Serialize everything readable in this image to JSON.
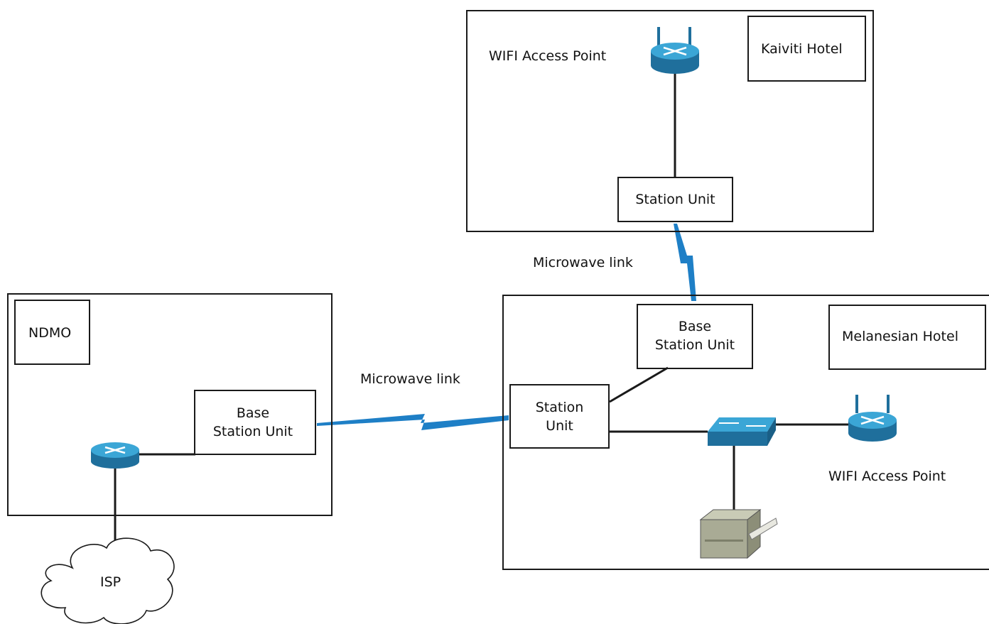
{
  "colors": {
    "line": "#1a1a1a",
    "microwave": "#1e7fc6",
    "router": "#3ba6d6",
    "router_dark": "#1f6f9c",
    "printer": "#a9ab95"
  },
  "icons": [
    "router-icon",
    "wifi-router-icon",
    "switch-icon",
    "printer-icon",
    "cloud-icon",
    "microwave-bolt-icon"
  ],
  "sites": {
    "kaiviti": {
      "name": "Kaiviti Hotel",
      "ap_label": "WIFI Access Point",
      "station": "Station Unit"
    },
    "melanesian": {
      "name": "Melanesian Hotel",
      "base_line1": "Base",
      "base_line2": "Station Unit",
      "station_line1": "Station",
      "station_line2": "Unit",
      "ap_label": "WIFI Access Point"
    },
    "ndmo": {
      "name": "NDMO",
      "base_line1": "Base",
      "base_line2": "Station Unit",
      "isp": "ISP"
    }
  },
  "links": {
    "top": "Microwave link",
    "left": "Microwave link"
  }
}
